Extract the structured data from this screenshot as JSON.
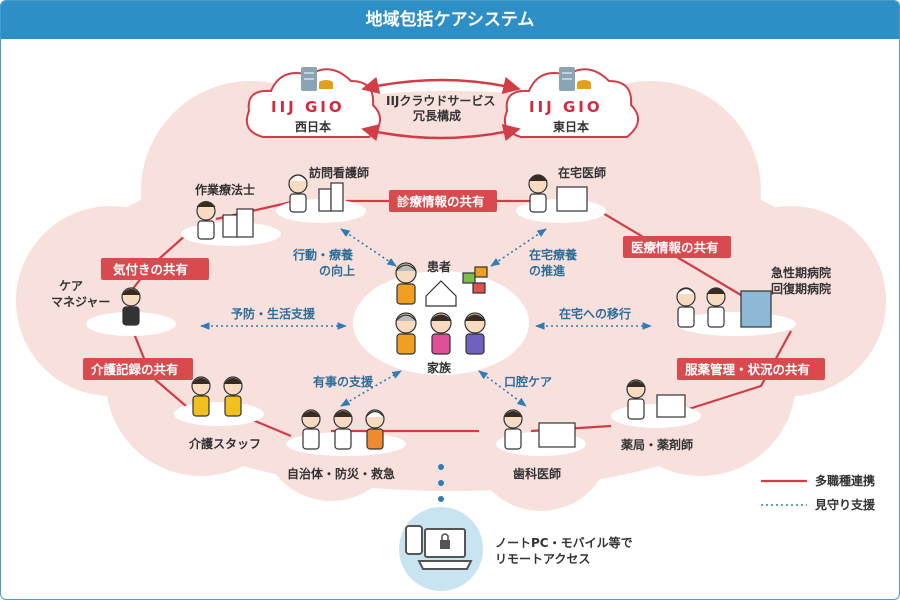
{
  "title": "地域包括ケアシステム",
  "cloud": {
    "west_logo": "IIJ GIO",
    "west_label": "西日本",
    "east_logo": "IIJ GIO",
    "east_label": "東日本",
    "link_line1": "IIJクラウドサービス",
    "link_line2": "冗長構成"
  },
  "nodes": {
    "visiting_nurse": "訪問看護師",
    "occupational_therapist": "作業療法士",
    "home_doctor": "在宅医師",
    "care_manager_line1": "ケア",
    "care_manager_line2": "マネジャー",
    "acute_hospital_line1": "急性期病院",
    "acute_hospital_line2": "回復期病院",
    "care_staff": "介護スタッフ",
    "municipality": "自治体・防災・救急",
    "dentist": "歯科医師",
    "pharmacy": "薬局・薬剤師",
    "patient": "患者",
    "family": "家族"
  },
  "badges": {
    "diagnosis_share": "診療情報の共有",
    "medical_info_share": "医療情報の共有",
    "notice_share": "気付きの共有",
    "care_record_share": "介護記録の共有",
    "medication_share": "服薬管理・状況の共有"
  },
  "arrows": {
    "action_line1": "行動・療養",
    "action_line2": "の向上",
    "home_care_line1": "在宅療養",
    "home_care_line2": "の推進",
    "prevention": "予防・生活支援",
    "transition": "在宅への移行",
    "emergency_support": "有事の支援",
    "oral_care": "口腔ケア"
  },
  "remote": {
    "line1": "ノートPC・モバイル等で",
    "line2": "リモートアクセス"
  },
  "legend": {
    "multi_profession": "多職種連携",
    "monitoring": "見守り支援"
  },
  "colors": {
    "title_bar": "#2d8fc6",
    "cloud_region": "#f8e0dd",
    "center_ellipse": "#ffffff",
    "badge": "#d94a4f",
    "link_red": "#d23c46",
    "dotted_blue": "#2e7db5",
    "remote_circle": "#c9e4f1"
  }
}
